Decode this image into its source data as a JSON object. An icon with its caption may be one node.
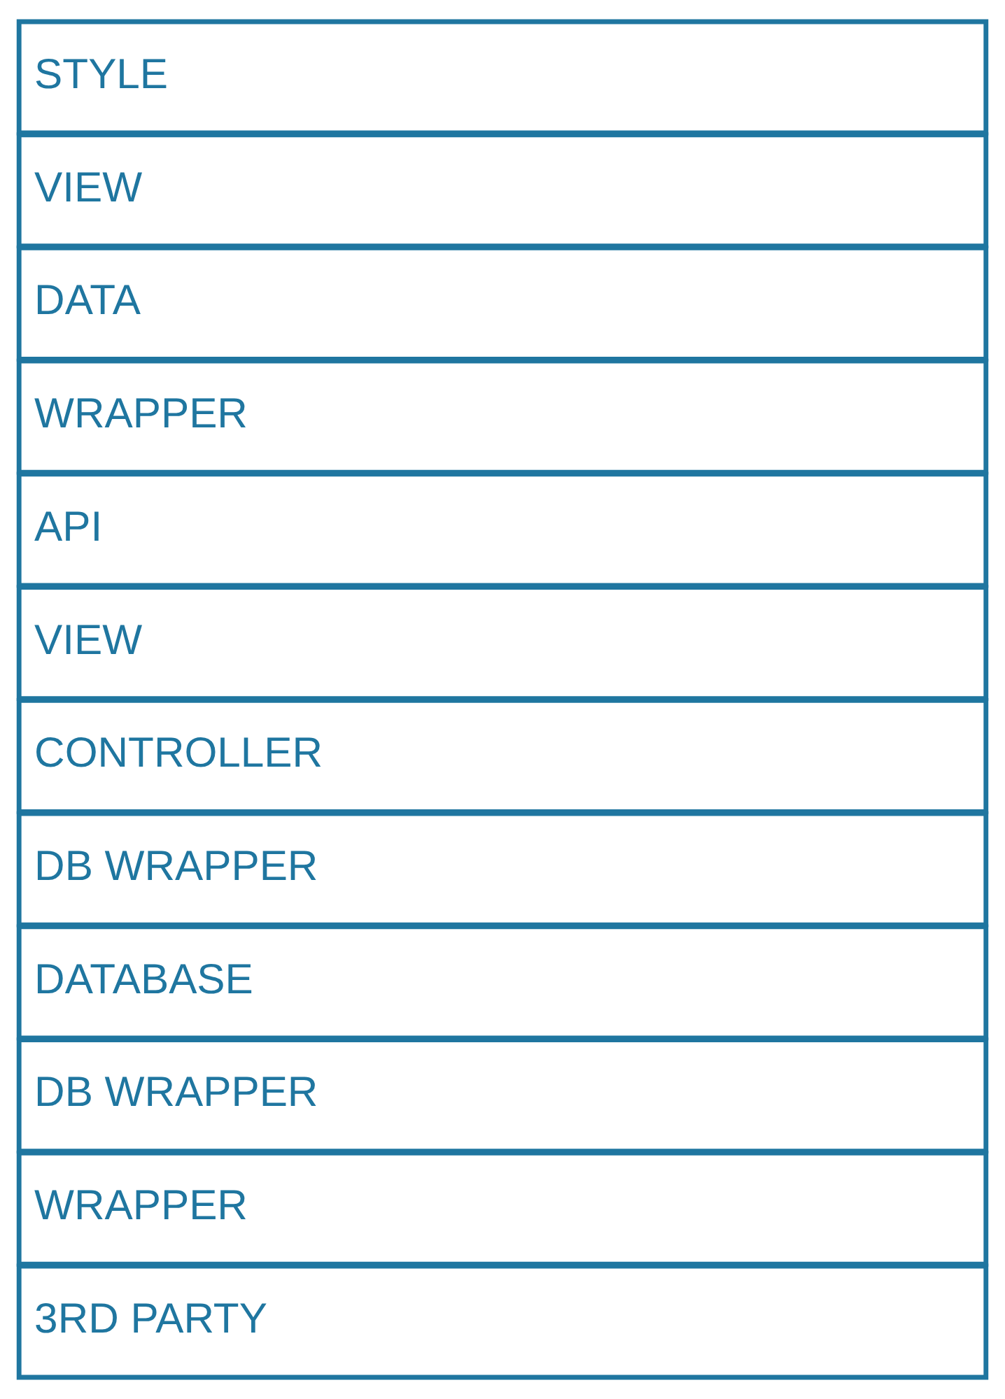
{
  "diagram": {
    "nodes": [
      {
        "text": [
          "STYLE"
        ]
      },
      {
        "text": [
          "VIEW"
        ]
      },
      {
        "text": [
          "DATA"
        ]
      },
      {
        "text": [
          "WRAPPER"
        ]
      },
      {
        "text": [
          "API"
        ]
      },
      {
        "text": [
          "VIEW"
        ]
      },
      {
        "text": [
          "CONTROLLER"
        ]
      },
      {
        "text": [
          "DB WRAPPER"
        ]
      },
      {
        "text": [
          "DATABASE"
        ]
      },
      {
        "text": [
          "DB WRAPPER"
        ]
      },
      {
        "text": [
          "WRAPPER"
        ]
      },
      {
        "text": [
          "3RD PARTY"
        ]
      }
    ],
    "edges": []
  }
}
